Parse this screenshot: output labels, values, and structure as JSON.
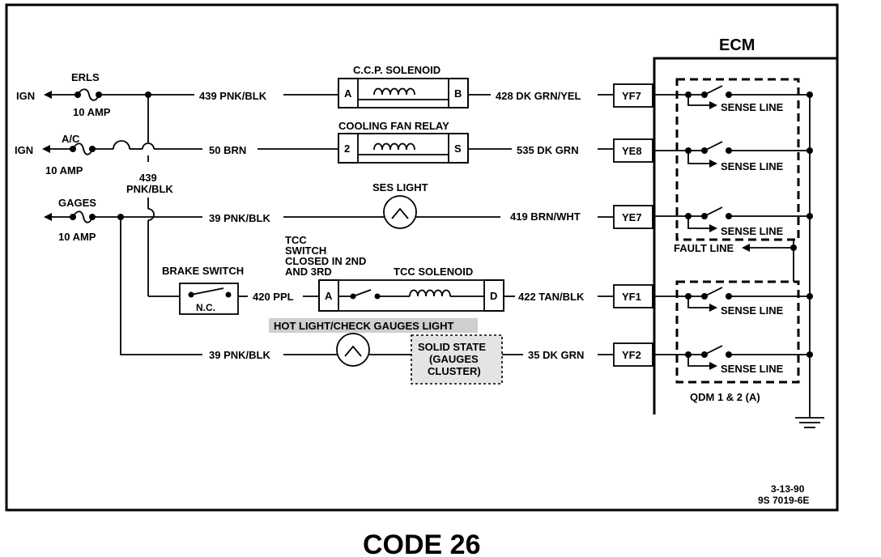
{
  "ecm": {
    "title": "ECM"
  },
  "labels": {
    "erls": "ERLS",
    "ign1": "IGN",
    "amp1": "10 AMP",
    "ac": "A/C",
    "ign2": "IGN",
    "amp2": "10 AMP",
    "gages": "GAGES",
    "amp3": "10 AMP",
    "wire439a": "439 PNK/BLK",
    "wire50": "50 BRN",
    "wire439b_1": "439",
    "wire439b_2": "PNK/BLK",
    "wire39a": "39 PNK/BLK",
    "wire39b": "39 PNK/BLK",
    "wire420": "420 PPL",
    "wire428": "428 DK GRN/YEL",
    "wire535": "535 DK GRN",
    "wire419": "419 BRN/WHT",
    "wire422": "422 TAN/BLK",
    "wire35": "35 DK GRN"
  },
  "components": {
    "ccp": {
      "title": "C.C.P. SOLENOID",
      "left": "A",
      "right": "B"
    },
    "fan": {
      "title": "COOLING FAN RELAY",
      "left": "2",
      "right": "S"
    },
    "ses": {
      "title": "SES LIGHT"
    },
    "brake": {
      "title": "BRAKE SWITCH",
      "state": "N.C."
    },
    "tcc_switch": {
      "line1": "TCC",
      "line2": "SWITCH",
      "line3": "CLOSED IN 2ND",
      "line4": "AND 3RD"
    },
    "tcc": {
      "title": "TCC SOLENOID",
      "left": "A",
      "right": "D"
    },
    "hot": {
      "title": "HOT LIGHT/CHECK GAUGES LIGHT"
    },
    "solid": {
      "line1": "SOLID STATE",
      "line2": "(GAUGES",
      "line3": "CLUSTER)"
    }
  },
  "terminals": [
    "YF7",
    "YE8",
    "YE7",
    "YF1",
    "YF2"
  ],
  "sense_lines": [
    "SENSE LINE",
    "SENSE LINE",
    "SENSE LINE",
    "SENSE LINE",
    "SENSE LINE"
  ],
  "fault_line": "FAULT LINE",
  "qdm_label": "QDM 1 & 2  (A)",
  "footer": {
    "date": "3-13-90",
    "ref": "9S 7019-6E",
    "code": "CODE 26"
  }
}
